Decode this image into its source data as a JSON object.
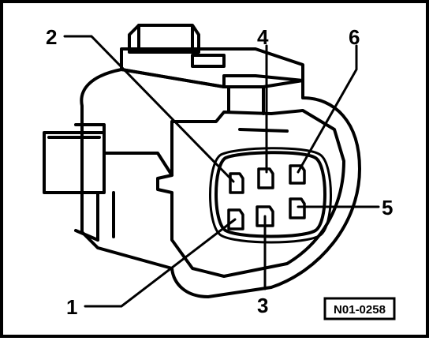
{
  "diagram": {
    "pin_labels": {
      "pin1": "1",
      "pin2": "2",
      "pin3": "3",
      "pin4": "4",
      "pin5": "5",
      "pin6": "6"
    },
    "reference_code": "N01-0258"
  }
}
